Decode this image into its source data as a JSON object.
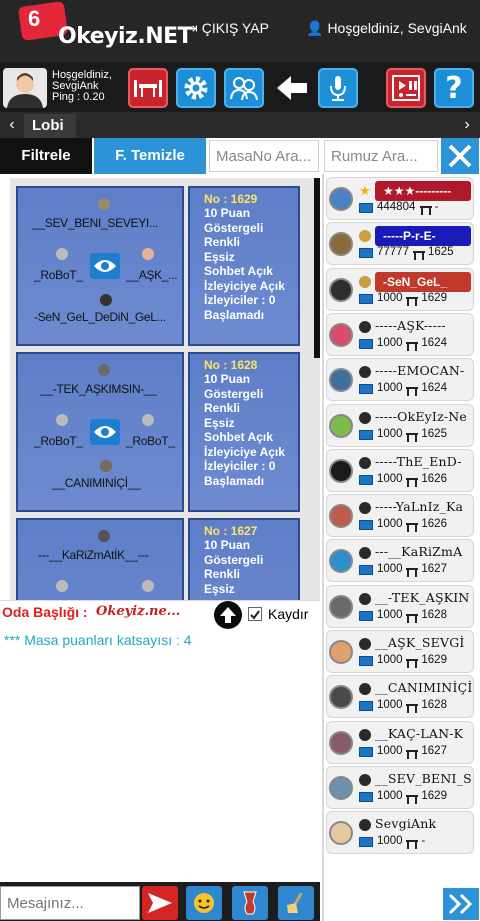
{
  "header": {
    "logo_digit": "6",
    "logo_text": "Okeyiz.NET",
    "logout_label": "ÇIKIŞ YAP",
    "welcome_label": "Hoşgeldiniz, SevgiAnk"
  },
  "user": {
    "greeting": "Hoşgeldiniz,",
    "name": "SevgiAnk",
    "ping": "Ping : 0.20"
  },
  "tabs": {
    "lobi": "Lobi",
    "left_arrow": "‹",
    "right_arrow": "›"
  },
  "filter": {
    "filter_label": "Filtrele",
    "clear_label": "F. Temizle",
    "masa_placeholder": "MasaNo Ara...",
    "rumuz_placeholder": "Rumuz Ara..."
  },
  "tables": [
    {
      "no": "No : 1629",
      "top": "__SEV_BENI_SEVEYI...",
      "left": "_RoBoT_",
      "right": "__AŞK_...",
      "bottom": "-SeN_GeL_DeDiN_GeL...",
      "lines": [
        "10 Puan",
        "Göstergeli",
        "Renkli",
        "Eşsiz",
        "Sohbet Açık",
        "İzleyiciye Açık",
        "İzleyiciler : 0",
        "Başlamadı"
      ]
    },
    {
      "no": "No : 1628",
      "top": "__-TEK_AŞKIMSIN-__",
      "left": "_RoBoT_",
      "right": "_RoBoT_",
      "bottom": "__CANIMINİÇİ__",
      "lines": [
        "10 Puan",
        "Göstergeli",
        "Renkli",
        "Eşsiz",
        "Sohbet Açık",
        "İzleyiciye Açık",
        "İzleyiciler : 0",
        "Başlamadı"
      ]
    },
    {
      "no": "No : 1627",
      "top": "---__KaRiZmAtİK__---",
      "left": "",
      "right": "",
      "bottom": "",
      "lines": [
        "10 Puan",
        "Göstergeli",
        "Renkli",
        "Eşsiz"
      ]
    }
  ],
  "chat": {
    "room_title_label": "Oda Başlığı :",
    "room_logo": "Okeyiz.ne...",
    "scroll_label": "Kaydır",
    "message": "*** Masa puanları katsayısı : 4",
    "input_placeholder": "Mesajınız..."
  },
  "users": [
    {
      "name": "★★★---------",
      "points": "444804",
      "table": "-",
      "banner": "#b0192b"
    },
    {
      "name": "-----P-r-E-",
      "points": "77777",
      "table": "1625",
      "banner": "#1a1ab8"
    },
    {
      "name": "-SeN_GeL_",
      "points": "1000",
      "table": "1629",
      "banner": "#c0392b"
    },
    {
      "name": "-----AŞK-----",
      "points": "1000",
      "table": "1624",
      "banner": ""
    },
    {
      "name": "-----EMOCAN-",
      "points": "1000",
      "table": "1624",
      "banner": ""
    },
    {
      "name": "-----OkEyIz-Ne",
      "points": "1000",
      "table": "1625",
      "banner": ""
    },
    {
      "name": "-----ThE_EnD-",
      "points": "1000",
      "table": "1626",
      "banner": ""
    },
    {
      "name": "-----YaLnIz_Ka",
      "points": "1000",
      "table": "1626",
      "banner": ""
    },
    {
      "name": "---__KaRiZmA",
      "points": "1000",
      "table": "1627",
      "banner": ""
    },
    {
      "name": "__-TEK_AŞKIN",
      "points": "1000",
      "table": "1628",
      "banner": ""
    },
    {
      "name": "__AŞK_SEVGİ",
      "points": "1000",
      "table": "1629",
      "banner": ""
    },
    {
      "name": "__CANIMINİÇİ",
      "points": "1000",
      "table": "1628",
      "banner": ""
    },
    {
      "name": "__KAÇ-LAN-K",
      "points": "1000",
      "table": "1627",
      "banner": ""
    },
    {
      "name": "__SEV_BENI_S",
      "points": "1000",
      "table": "1629",
      "banner": ""
    },
    {
      "name": "SevgiAnk",
      "points": "1000",
      "table": "-",
      "banner": ""
    }
  ],
  "colors": {
    "accent_blue": "#2b93d6",
    "accent_red": "#c9232d",
    "card_blue": "#5e7ec8",
    "chat_text": "#22a7c7"
  }
}
